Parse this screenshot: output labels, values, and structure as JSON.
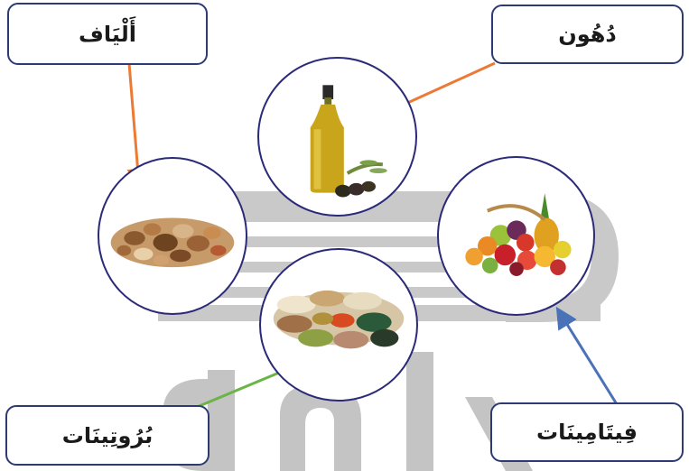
{
  "labels": {
    "fibers": "أَلْيَاف",
    "fats": "دُهُون",
    "proteins": "بُرُوتِينَات",
    "vitamins": "فِيتَامِينَات"
  },
  "colors": {
    "circle_border": "#2b2a78",
    "box_border": "#2e3a73",
    "arrow_fibers": "#ec7a35",
    "arrow_fats": "#ec7a35",
    "arrow_proteins": "#6ab545",
    "arrow_vitamins": "#4a72b8",
    "watermark": "#c9c9c9"
  },
  "images": {
    "fibers": "mixed-nuts-image",
    "fats": "olive-oil-bottle-image",
    "proteins": "legumes-and-grains-image",
    "vitamins": "fruit-basket-image"
  }
}
